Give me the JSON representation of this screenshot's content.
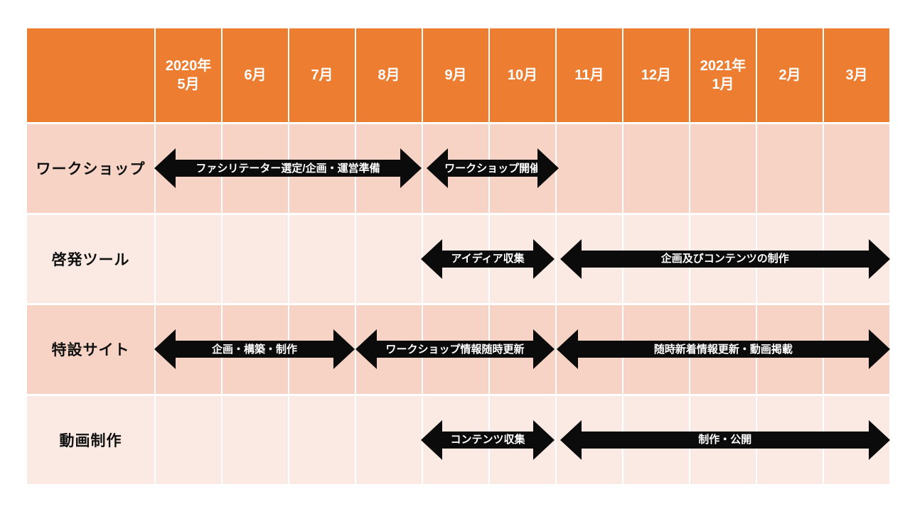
{
  "slide": {
    "title": "",
    "background": "#FFFFFF"
  },
  "colors": {
    "header_bg": "#ED7D31",
    "header_text": "#FFFFFF",
    "band_dark": "#F6D3C5",
    "band_light": "#FAEAE3",
    "separator": "#FFFFFF",
    "arrow_fill": "#0B0B0B",
    "arrow_text": "#FFFFFF",
    "row_label_text": "#111111"
  },
  "chart_data": {
    "type": "bar",
    "subtype": "gantt-schedule-timeline",
    "title": "",
    "legend": "none",
    "grid": "white row/column separator lines on banded background",
    "bar_style": "black double-headed arrows with white bold labels",
    "x_axis_unit": "month",
    "x_range": [
      "2020-05",
      "2021-03"
    ],
    "x_tick_labels": [
      "2020年\n5月",
      "6月",
      "7月",
      "8月",
      "9月",
      "10月",
      "11月",
      "12月",
      "2021年\n1月",
      "2月",
      "3月"
    ],
    "categories": [
      "ワークショップ",
      "啓発ツール",
      "特設サイト",
      "動画制作"
    ],
    "rows": [
      {
        "label": "ワークショップ",
        "band": "dark",
        "bars": [
          {
            "text": "ファシリテーター選定/企画・運営準備",
            "start_col": 0.0,
            "end_col": 4.0,
            "period": "2020年5月〜2020年8月"
          },
          {
            "text": "ワークショップ開催",
            "start_col": 4.07,
            "end_col": 6.05,
            "period": "2020年9月〜2020年10月"
          }
        ]
      },
      {
        "label": "啓発ツール",
        "band": "light",
        "bars": [
          {
            "text": "アイディア収集",
            "start_col": 3.99,
            "end_col": 5.99,
            "period": "2020年9月〜2020年10月"
          },
          {
            "text": "企画及びコンテンツの制作",
            "start_col": 6.07,
            "end_col": 11.01,
            "period": "2020年11月〜2021年3月"
          }
        ]
      },
      {
        "label": "特設サイト",
        "band": "dark",
        "bars": [
          {
            "text": "企画・構築・制作",
            "start_col": 0.0,
            "end_col": 3.0,
            "period": "2020年5月〜2020年7月"
          },
          {
            "text": "ワークショップ情報随時更新",
            "start_col": 3.01,
            "end_col": 5.99,
            "period": "2020年8月〜2020年10月"
          },
          {
            "text": "随時新着情報更新・動画掲載",
            "start_col": 6.02,
            "end_col": 11.01,
            "period": "2020年11月〜2021年3月"
          }
        ]
      },
      {
        "label": "動画制作",
        "band": "light",
        "bars": [
          {
            "text": "コンテンツ収集",
            "start_col": 3.99,
            "end_col": 5.99,
            "period": "2020年9月〜2020年10月"
          },
          {
            "text": "制作・公開",
            "start_col": 6.07,
            "end_col": 11.01,
            "period": "2020年11月〜2021年3月"
          }
        ]
      }
    ]
  }
}
